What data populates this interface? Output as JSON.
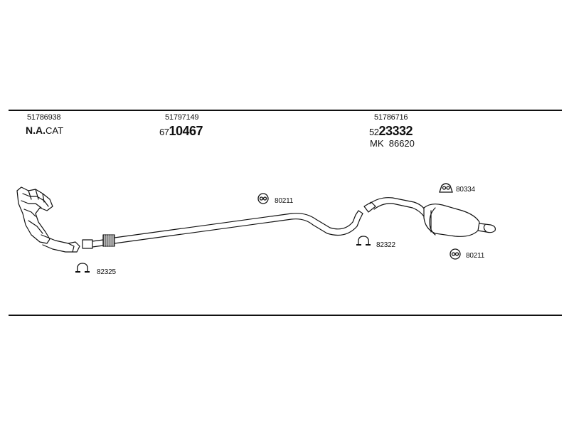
{
  "groups": [
    {
      "part_no": "51786938",
      "name_bold": "N.A.",
      "name_suffix": "CAT"
    },
    {
      "part_no": "51797149",
      "code_prefix": "67",
      "code_main": "10467"
    },
    {
      "part_no": "51786716",
      "code_prefix": "52",
      "code_main": "23332",
      "kit_prefix": "MK",
      "kit_no": "86620"
    }
  ],
  "fittings": [
    {
      "part_no": "82325"
    },
    {
      "part_no": "80211"
    },
    {
      "part_no": "82322"
    },
    {
      "part_no": "80334"
    },
    {
      "part_no": "80211"
    }
  ]
}
